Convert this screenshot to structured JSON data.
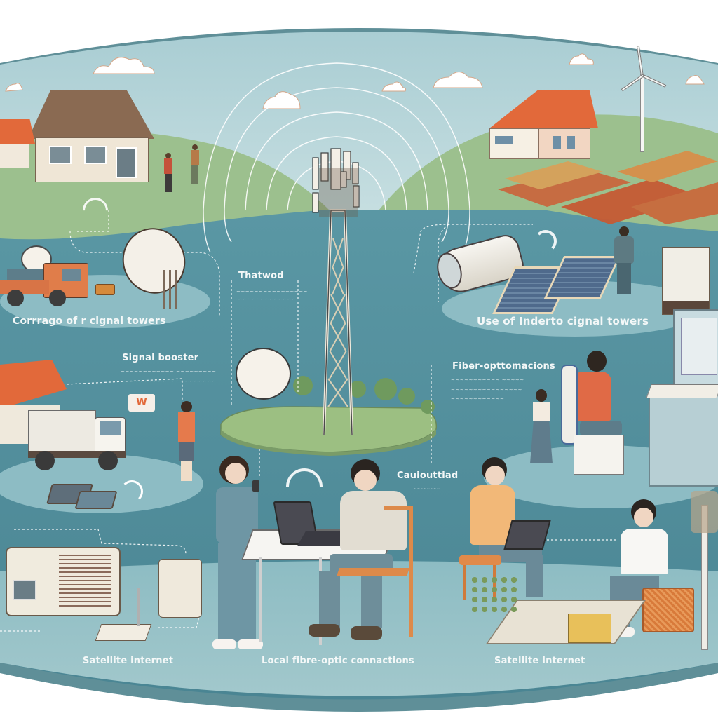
{
  "illustration": {
    "theme": "Rural connectivity infographic",
    "colors": {
      "sky": "#b9d6dc",
      "sky_top": "#a9cdd3",
      "hills": "#9cc08e",
      "water_base": "#4f8d9b",
      "platform_light": "#8fbcc4",
      "platform_rim": "#5f8f98",
      "roof_orange": "#e2693a",
      "roof_brown": "#8a6a52",
      "text_white": "#f4f8f8"
    }
  },
  "labels": {
    "top_left_island": "Corrrago of r cignal towers",
    "top_right_island": "Use of Inderto cignal towers",
    "tower_title": "Thatwod",
    "tower_sub_1": "~~~~~~~~~~~~~~~~",
    "tower_sub_2": "~~~~~~~~~~~~~~",
    "signal_booster_title": "Signal booster",
    "signal_booster_sub_1": "~~~~~~~~~~~~ ~~~~~~~~~",
    "signal_booster_sub_2": "~~~~~~~~~~~~~~~~~~~~~",
    "fiber_title": "Fiber-opttomacions",
    "fiber_sub_1": "~~~~~~~~~~~ ~~~~~",
    "fiber_sub_2": "~~~~~~~~~~~~~~~~",
    "fiber_sub_3": "~~~~~~~~~~~~",
    "center_right_title": "Cauiouttiad",
    "center_right_sub": "~~~~~~~~",
    "bottom_left": "Satellite internet",
    "bottom_center": "Local fibre-optic connactions",
    "bottom_right": "Satellite Internet"
  },
  "scene": {
    "icons": [
      "cell-tower-icon",
      "satellite-dish-icon",
      "wifi-signal-icon",
      "house-icon",
      "wind-turbine-icon",
      "truck-icon",
      "solar-panel-icon",
      "laptop-icon",
      "router-icon",
      "computer-icon",
      "cloud-icon",
      "person-icon"
    ]
  }
}
